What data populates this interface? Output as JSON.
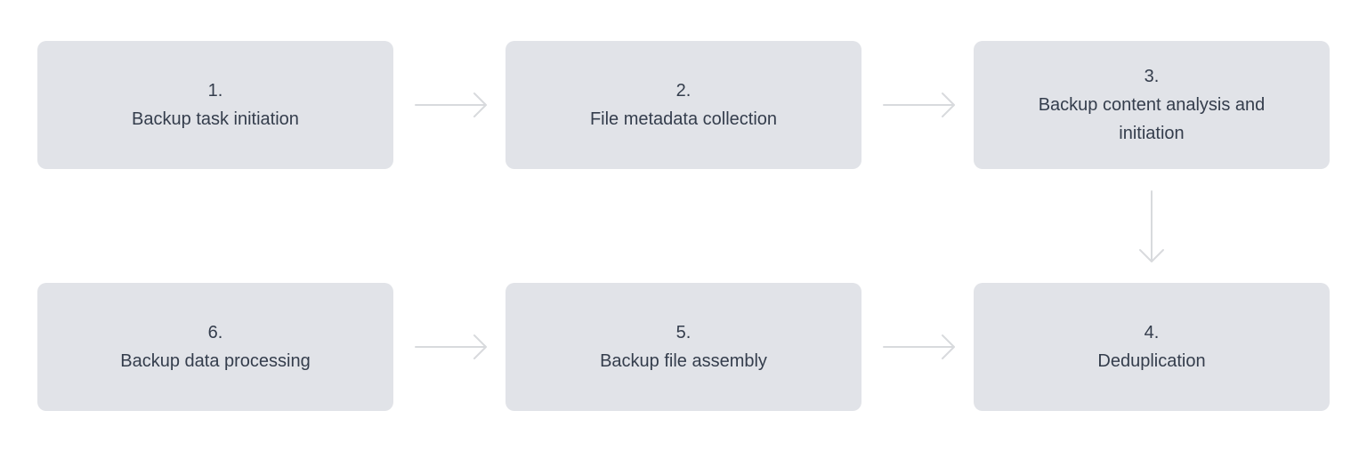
{
  "diagram": {
    "type": "flowchart",
    "background_color": "#ffffff",
    "node_fill_color": "#e1e3e8",
    "text_color": "#343d4c",
    "arrow_color": "#d8dadd",
    "steps": [
      {
        "number": "1.",
        "label": "Backup task initiation"
      },
      {
        "number": "2.",
        "label": "File metadata collection"
      },
      {
        "number": "3.",
        "label": "Backup content analysis and initiation"
      },
      {
        "number": "4.",
        "label": "Deduplication"
      },
      {
        "number": "5.",
        "label": "Backup file assembly"
      },
      {
        "number": "6.",
        "label": "Backup data processing"
      }
    ],
    "connections": [
      {
        "from": "1",
        "to": "2",
        "direction": "right"
      },
      {
        "from": "2",
        "to": "3",
        "direction": "right"
      },
      {
        "from": "3",
        "to": "4",
        "direction": "down"
      },
      {
        "from": "6",
        "to": "5",
        "direction": "right"
      },
      {
        "from": "5",
        "to": "4",
        "direction": "right"
      }
    ]
  }
}
